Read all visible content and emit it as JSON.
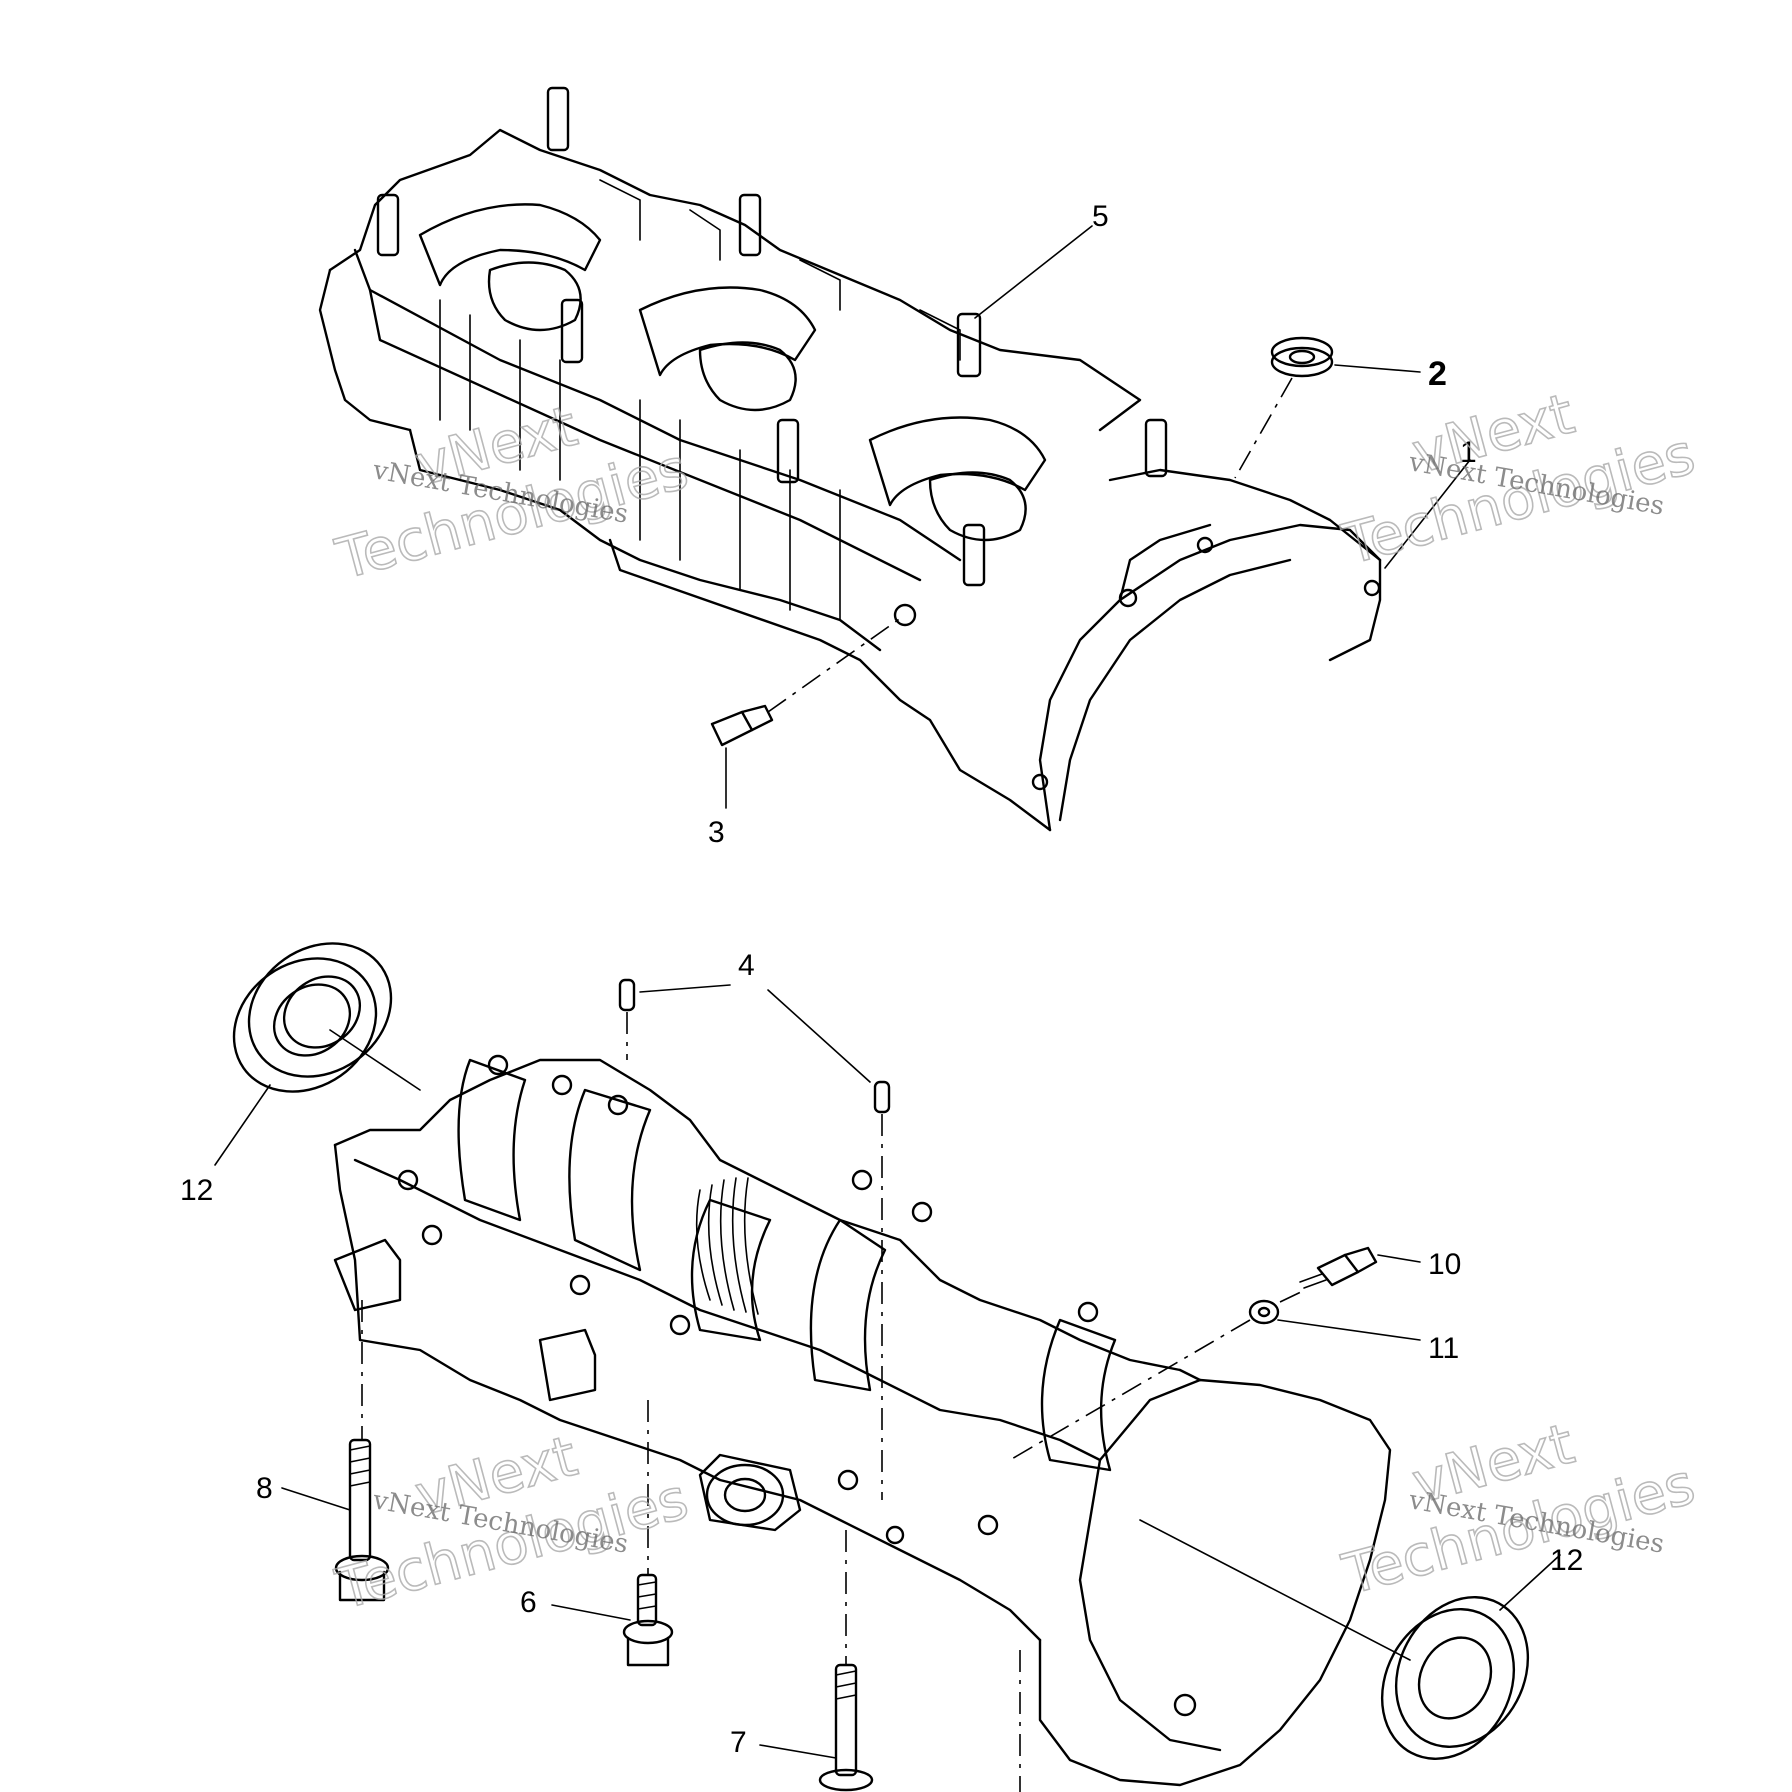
{
  "callouts": {
    "c5": "5",
    "c2_top": "2",
    "c1_top": "1",
    "c3": "3",
    "c4": "4",
    "c12": "12",
    "c10": "10",
    "c11": "11",
    "c8": "8",
    "c6": "6",
    "c7": "7",
    "c12_right": "12"
  },
  "watermarks": {
    "small": "vNext Technologies",
    "big_line1": "vNext",
    "big_line2": "Technologies"
  }
}
